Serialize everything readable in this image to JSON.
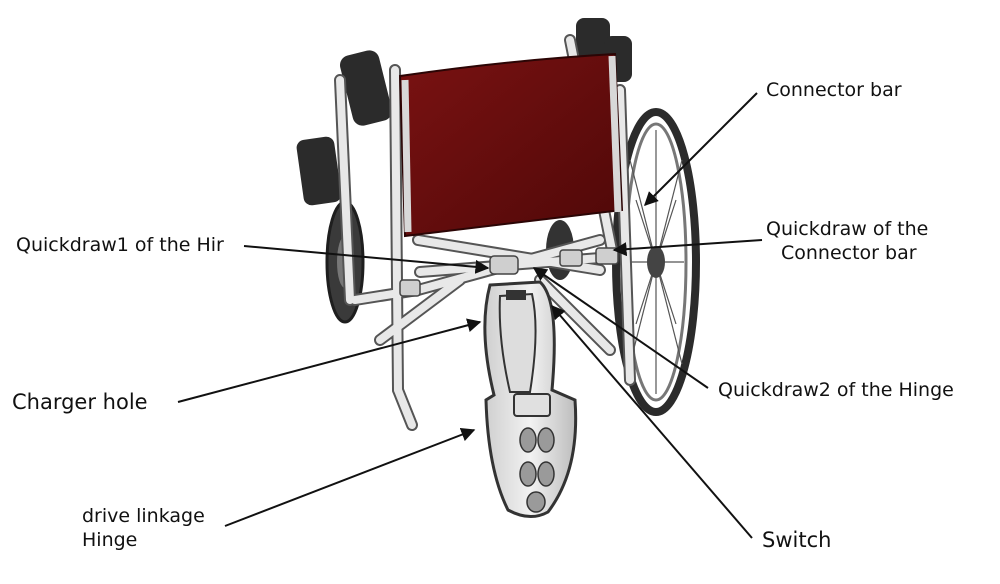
{
  "labels": {
    "connector_bar": "Connector bar",
    "quickdraw_connector_line1": "Quickdraw of the",
    "quickdraw_connector_line2": "Connector bar",
    "quickdraw1": "Quickdraw1 of the Hir",
    "quickdraw2": "Quickdraw2 of the Hinge",
    "charger_hole": "Charger hole",
    "drive_linkage_line1": "drive linkage",
    "drive_linkage_line2": "Hinge",
    "switch": "Switch"
  },
  "colors": {
    "seat_back": "#6a0d0d",
    "frame": "#e6e6e6",
    "frame_outline": "#555555",
    "dark_parts": "#2b2b2b",
    "leader_line": "#111111"
  }
}
